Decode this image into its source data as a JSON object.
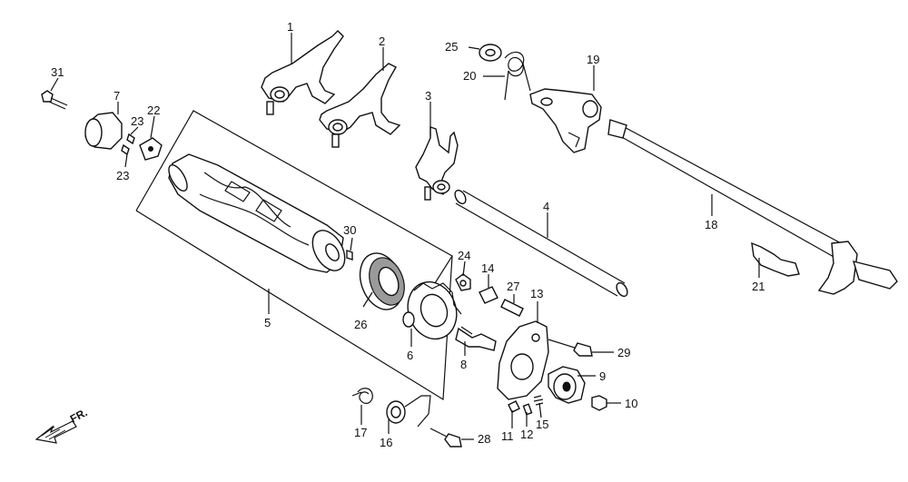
{
  "diagram": {
    "labels": [
      {
        "id": "1",
        "text": "1"
      },
      {
        "id": "2",
        "text": "2"
      },
      {
        "id": "3",
        "text": "3"
      },
      {
        "id": "4",
        "text": "4"
      },
      {
        "id": "5",
        "text": "5"
      },
      {
        "id": "6",
        "text": "6"
      },
      {
        "id": "7",
        "text": "7"
      },
      {
        "id": "8",
        "text": "8"
      },
      {
        "id": "9",
        "text": "9"
      },
      {
        "id": "10",
        "text": "10"
      },
      {
        "id": "11",
        "text": "11"
      },
      {
        "id": "12",
        "text": "12"
      },
      {
        "id": "13",
        "text": "13"
      },
      {
        "id": "14",
        "text": "14"
      },
      {
        "id": "15",
        "text": "15"
      },
      {
        "id": "16",
        "text": "16"
      },
      {
        "id": "17",
        "text": "17"
      },
      {
        "id": "18",
        "text": "18"
      },
      {
        "id": "19",
        "text": "19"
      },
      {
        "id": "20",
        "text": "20"
      },
      {
        "id": "21",
        "text": "21"
      },
      {
        "id": "22",
        "text": "22"
      },
      {
        "id": "23a",
        "text": "23"
      },
      {
        "id": "23b",
        "text": "23"
      },
      {
        "id": "24",
        "text": "24"
      },
      {
        "id": "25",
        "text": "25"
      },
      {
        "id": "26",
        "text": "26"
      },
      {
        "id": "27",
        "text": "27"
      },
      {
        "id": "28",
        "text": "28"
      },
      {
        "id": "29",
        "text": "29"
      },
      {
        "id": "30",
        "text": "30"
      },
      {
        "id": "31",
        "text": "31"
      }
    ],
    "direction_label": "FR.",
    "icons": {
      "front_arrow": "front-direction-arrow-icon"
    }
  }
}
